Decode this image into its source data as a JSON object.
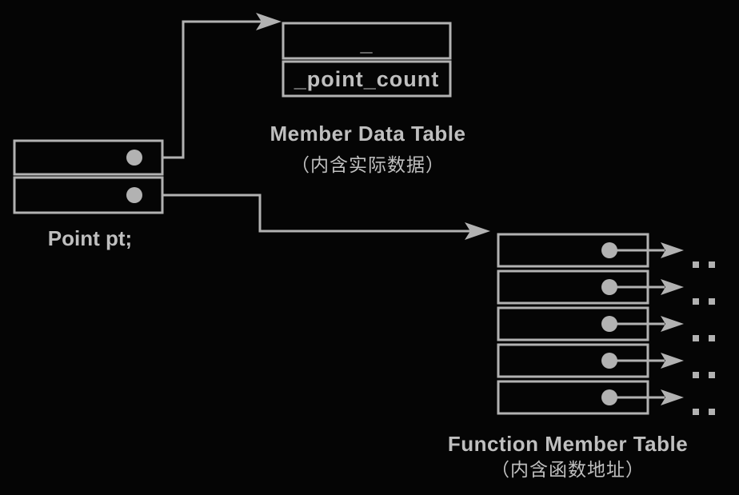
{
  "diagram": {
    "description": "Object memory layout: a Point object holding pointers to its member data table and function member table",
    "colors": {
      "background": "#050505",
      "line": "#b2b2b2",
      "fill_dot": "#b2b2b2",
      "text": "#bfbfbf"
    }
  },
  "object_box": {
    "caption": "Point pt;",
    "slots": [
      "data-table-pointer",
      "function-table-pointer"
    ]
  },
  "member_data_table": {
    "slot1_text": "_",
    "slot2_text": "_point_count",
    "title": "Member Data Table",
    "subtitle": "（内含实际数据）"
  },
  "function_member_table": {
    "title": "Function Member Table",
    "subtitle": "（内含函数地址）",
    "row_count": 5,
    "row_icon": "pointer-dot-arrow",
    "trailing_icon": "ellipsis-dots"
  }
}
